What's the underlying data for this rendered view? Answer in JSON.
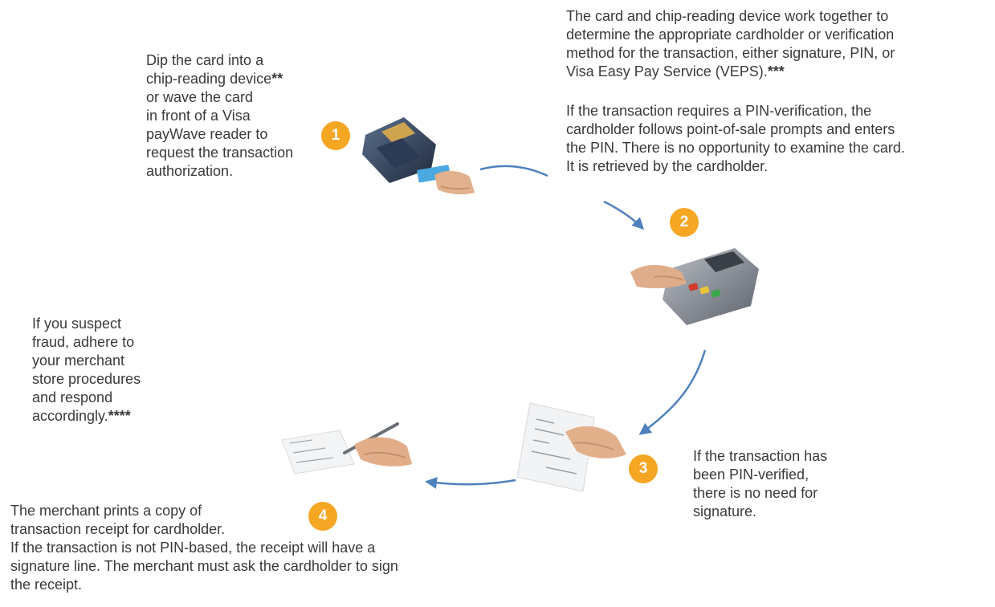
{
  "steps": [
    {
      "number": "1",
      "text": "Dip the card into a\nchip-reading device",
      "mark": "**",
      "text_after": "\nor wave the card\nin front of a Visa\npayWave reader to\nrequest the transaction\nauthorization."
    },
    {
      "number": "2",
      "text_a": "The card and chip-reading device work together to\ndetermine the appropriate cardholder or verification\nmethod for the transaction, either signature, PIN, or\nVisa Easy Pay Service (VEPS).",
      "mark": "***",
      "text_b": "If the transaction requires a PIN-verification, the\ncardholder follows point-of-sale prompts and enters\nthe PIN. There is no opportunity to examine the card.\nIt is retrieved by the cardholder."
    },
    {
      "number": "3",
      "text": "If the transaction has\nbeen PIN-verified,\nthere is no need for\nsignature."
    },
    {
      "number": "4",
      "text": "The merchant prints a copy of\ntransaction receipt for cardholder.\nIf the transaction is not PIN-based, the receipt will have a\nsignature line. The merchant must ask the cardholder to sign\nthe receipt."
    }
  ],
  "fraud_note": {
    "text": "If you suspect\nfraud, adhere to\nyour merchant\nstore procedures\nand respond\naccordingly.",
    "mark": "****"
  },
  "colors": {
    "badge": "#f5a623",
    "arrow": "#4f81bd",
    "text": "#3a3a3a"
  }
}
